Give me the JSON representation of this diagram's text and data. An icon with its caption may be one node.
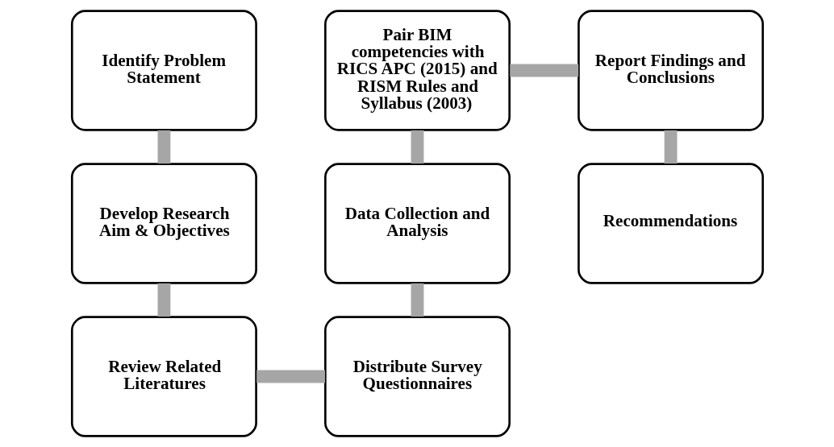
{
  "diagram": {
    "nodes": [
      {
        "text": [
          "Identify Problem Statement"
        ]
      },
      {
        "text": [
          "Develop Research Aim & Objectives"
        ]
      },
      {
        "text": [
          "Review Related Literatures"
        ]
      },
      {
        "text": [
          "Distribute Survey Questionnaires"
        ]
      },
      {
        "text": [
          "Data Collection and Analysis"
        ]
      },
      {
        "text": [
          "Pair BIM competencies with RICS APC (2015) and RISM Rules and Syllabus (2003)"
        ]
      },
      {
        "text": [
          "Report Findings and Conclusions"
        ]
      },
      {
        "text": [
          "Recommendations"
        ]
      }
    ],
    "edges": [
      {
        "from": 0,
        "to": 1,
        "arrow": "none"
      },
      {
        "from": 1,
        "to": 2,
        "arrow": "none"
      },
      {
        "from": 2,
        "to": 3,
        "arrow": "none"
      },
      {
        "from": 3,
        "to": 4,
        "arrow": "none"
      },
      {
        "from": 4,
        "to": 5,
        "arrow": "none"
      },
      {
        "from": 5,
        "to": 6,
        "arrow": "none"
      },
      {
        "from": 6,
        "to": 7,
        "arrow": "none"
      }
    ]
  }
}
